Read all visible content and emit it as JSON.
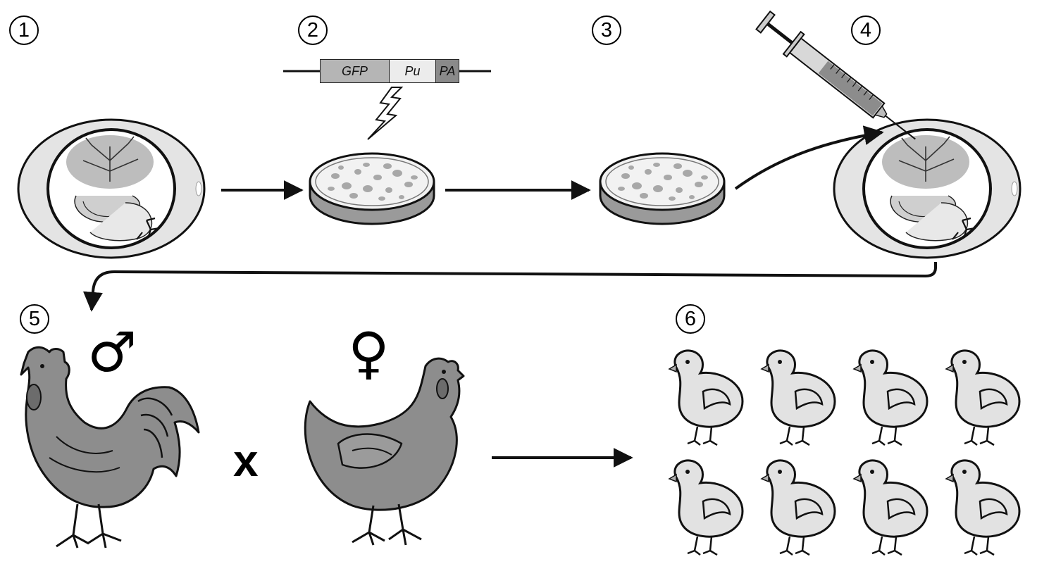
{
  "steps": [
    "1",
    "2",
    "3",
    "4",
    "5",
    "6"
  ],
  "construct": {
    "segments": [
      "GFP",
      "Pu",
      "PA"
    ]
  },
  "symbols": {
    "male": "♂",
    "female": "♀",
    "cross": "x"
  },
  "icons": {
    "lightning": "electroporation-lightning-icon",
    "syringe": "syringe-icon",
    "egg": "egg-embryo-icon",
    "dish": "petri-dish-icon",
    "rooster": "rooster-icon",
    "hen": "hen-icon",
    "chick": "chick-icon"
  },
  "colors": {
    "outline": "#111111",
    "egg_fill": "#e4e4e4",
    "embryo_fill": "#bdbdbd",
    "dish_dots": "#a8a8a8",
    "bird_fill": "#8d8d8d",
    "chick_fill": "#e2e2e2",
    "gfp": "#b5b5b5",
    "pu": "#ececec",
    "pa": "#8a8a8a"
  },
  "chicks": {
    "count": 8
  }
}
